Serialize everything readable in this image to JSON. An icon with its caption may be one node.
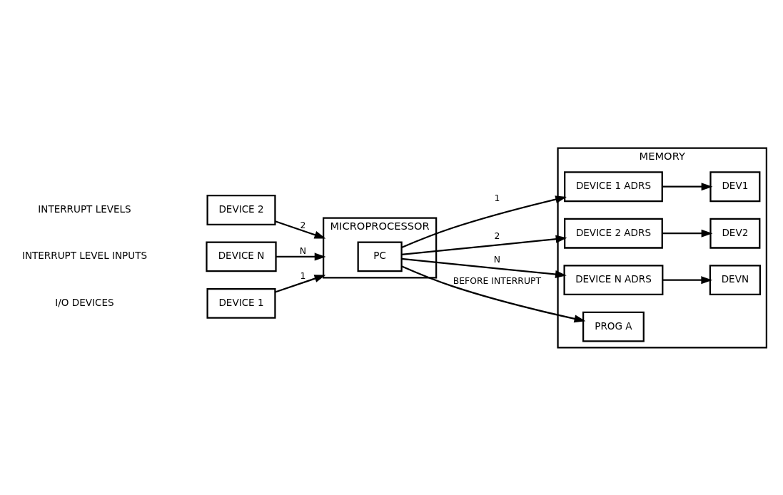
{
  "diagram": {
    "nodes": [
      {
        "text": [
          "DEVICE 1"
        ]
      },
      {
        "text": [
          "DEVICE 2"
        ]
      },
      {
        "text": [
          "DEVICE N"
        ]
      },
      {
        "text": [
          "MICROPROCESSOR"
        ]
      },
      {
        "text": [
          "PC"
        ],
        "in": 3
      },
      {
        "text": [
          "MEMORY"
        ]
      },
      {
        "text": [
          "DEVICE 1 ADRS"
        ],
        "in": 5
      },
      {
        "text": [
          "DEVICE 2 ADRS"
        ],
        "in": 5
      },
      {
        "text": [
          "DEVICE N ADRS"
        ],
        "in": 5
      },
      {
        "text": [
          "PROG A"
        ],
        "in": 5
      },
      {
        "text": [
          "DEV1"
        ],
        "in": 5
      },
      {
        "text": [
          "DEV2"
        ],
        "in": 5
      },
      {
        "text": [
          "DEVN"
        ],
        "in": 5
      }
    ],
    "edges": [
      {
        "from": 0,
        "to": 3,
        "arrow": "to",
        "label": "1"
      },
      {
        "from": 1,
        "to": 3,
        "arrow": "to",
        "label": "2"
      },
      {
        "from": 2,
        "to": 3,
        "arrow": "to",
        "label": "N"
      },
      {
        "from": 4,
        "to": 6,
        "arrow": "to",
        "label": "1"
      },
      {
        "from": 4,
        "to": 7,
        "arrow": "to",
        "label": "2"
      },
      {
        "from": 4,
        "to": 8,
        "arrow": "to",
        "label": "N"
      },
      {
        "from": 4,
        "to": 9,
        "arrow": "to",
        "label": "BEFORE INTERRUPT"
      },
      {
        "from": 6,
        "to": 10,
        "arrow": "to"
      },
      {
        "from": 7,
        "to": 11,
        "arrow": "to"
      },
      {
        "from": 8,
        "to": 12,
        "arrow": "to"
      }
    ],
    "labels": [
      "I/O DEVICES",
      "INTERRUPT LEVEL INPUTS",
      "INTERRUPT LEVELS"
    ]
  }
}
